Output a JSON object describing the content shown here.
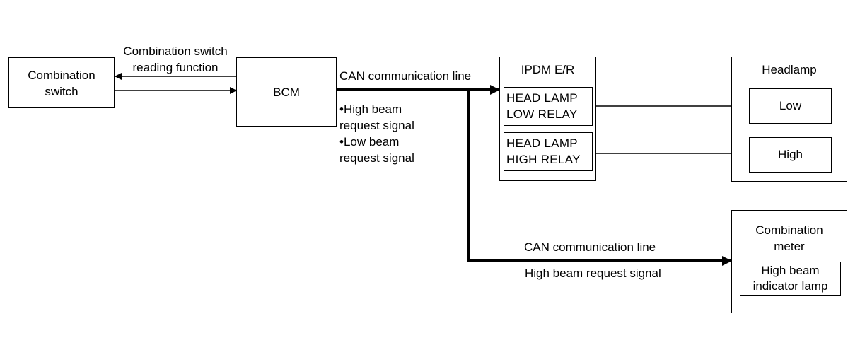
{
  "nodes": {
    "combination_switch": "Combination\nswitch",
    "bcm": "BCM",
    "ipdm": "IPDM E/R",
    "head_lamp_low_relay": "HEAD LAMP\nLOW RELAY",
    "head_lamp_high_relay": "HEAD LAMP\nHIGH RELAY",
    "headlamp": "Headlamp",
    "low": "Low",
    "high": "High",
    "combination_meter": "Combination\nmeter",
    "high_beam_indicator_lamp": "High beam\nindicator lamp"
  },
  "labels": {
    "switch_reading_function": "Combination switch\nreading function",
    "can_line_top": "CAN communication line",
    "high_beam_request_1": "•High beam\n  request signal",
    "low_beam_request": "•Low beam\n  request signal",
    "can_line_bottom": "CAN communication line",
    "high_beam_request_bottom": "High beam request signal"
  }
}
